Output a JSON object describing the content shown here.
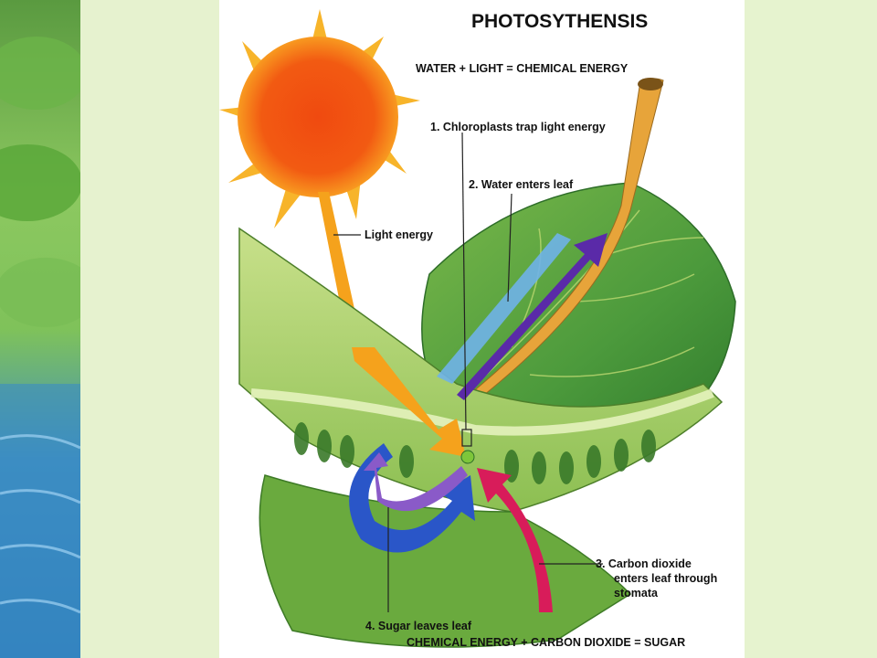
{
  "title": "PHOTOSYTHENSIS",
  "equation_top": "WATER + LIGHT = CHEMICAL ENERGY",
  "labels": {
    "step1": "1.  Chloroplasts trap light energy",
    "step2": "2.  Water enters leaf",
    "light": "Light energy",
    "step3_line1": "3.  Carbon dioxide",
    "step3_line2": "enters leaf through",
    "step3_line3": "stomata",
    "step4": "4.  Sugar leaves leaf"
  },
  "equation_bottom": "CHEMICAL ENERGY + CARBON DIOXIDE = SUGAR",
  "colors": {
    "sun": "#f25a12",
    "light_arrow": "#f5a21c",
    "water_arrow": "#6fb2e8",
    "energy_arrow": "#5a2aa8",
    "co2_arrow": "#d81c5a",
    "sugar_arrow_blue": "#2a56c8",
    "leaf_green": "#4c9a3c"
  }
}
